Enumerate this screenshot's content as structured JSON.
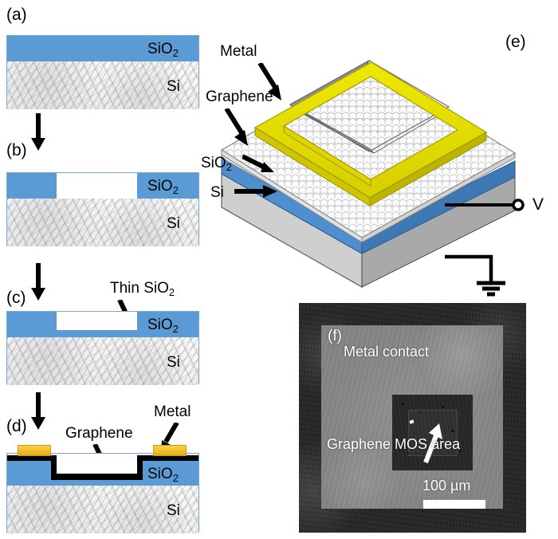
{
  "figure": {
    "caption_type": "device-fabrication-schematic",
    "panels": [
      {
        "id": "a",
        "letter": "(a)"
      },
      {
        "id": "b",
        "letter": "(b)"
      },
      {
        "id": "c",
        "letter": "(c)"
      },
      {
        "id": "d",
        "letter": "(d)"
      },
      {
        "id": "e",
        "letter": "(e)"
      },
      {
        "id": "f",
        "letter": "(f)"
      }
    ]
  },
  "panel_a": {
    "letter": "(a)",
    "oxide_label": "SiO",
    "oxide_sub": "2",
    "substrate_label": "Si"
  },
  "panel_b": {
    "letter": "(b)",
    "oxide_label": "SiO",
    "oxide_sub": "2",
    "substrate_label": "Si"
  },
  "panel_c": {
    "letter": "(c)",
    "oxide_label": "SiO",
    "oxide_sub": "2",
    "substrate_label": "Si",
    "annotation_label": "Thin SiO",
    "annotation_sub": "2"
  },
  "panel_d": {
    "letter": "(d)",
    "oxide_label": "SiO",
    "oxide_sub": "2",
    "substrate_label": "Si",
    "graphene_label": "Graphene",
    "metal_label": "Metal"
  },
  "panel_e": {
    "letter": "(e)",
    "metal_label": "Metal",
    "graphene_label": "Graphene",
    "oxide_label": "SiO",
    "oxide_sub": "2",
    "substrate_label": "Si",
    "voltage_label": "V"
  },
  "panel_f": {
    "letter": "(f)",
    "metal_contact_label": "Metal contact",
    "graphene_area_label": "Graphene MOS area",
    "scale_bar_label": "100 µm"
  },
  "colors": {
    "oxide_blue": "#5b9bd5",
    "metal_yellow": "#e8e000",
    "metal_pad_gold": "#f2c22e",
    "silicon_gray": "#c9c9c9",
    "graphene_black": "#000000",
    "outline": "#7ba7cf",
    "sem_metal_gray": "#8d8d8d",
    "sem_dark": "#232323"
  }
}
